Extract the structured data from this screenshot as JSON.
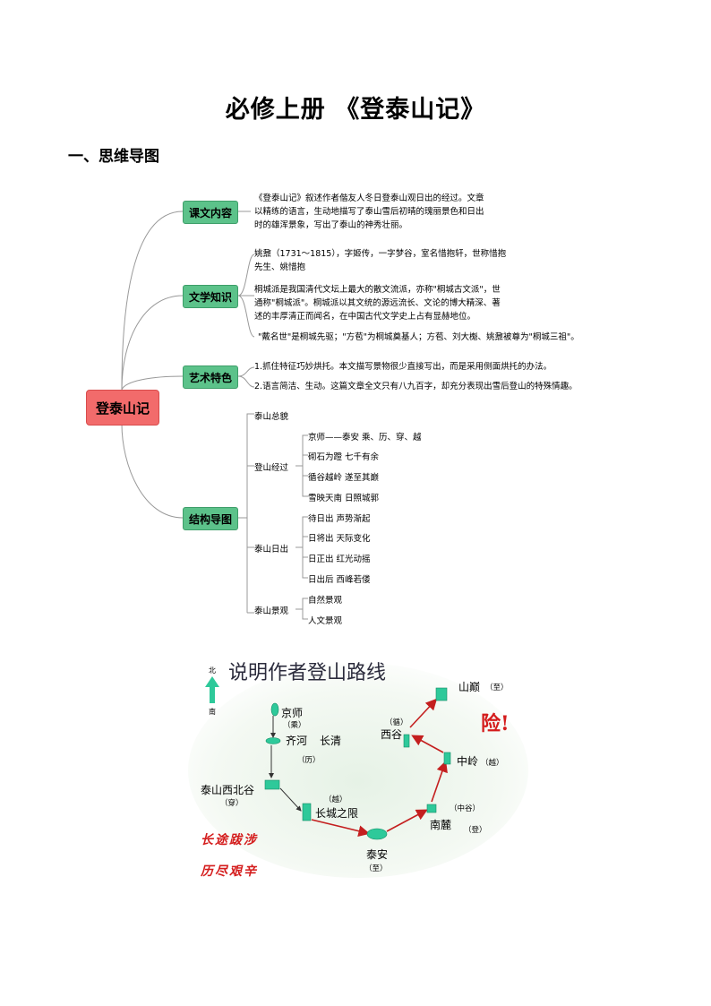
{
  "title": "必修上册 《登泰山记》",
  "section_heading": "一、思维导图",
  "mindmap": {
    "root": "登泰山记",
    "branches": {
      "content": {
        "label": "课文内容",
        "lines": [
          "《登泰山记》叙述作者偕友人冬日登泰山观日出的经过。文章",
          "以精练的语言，生动地描写了泰山雪后初晴的瑰丽景色和日出",
          "时的雄浑景象，写出了泰山的神秀壮丽。"
        ]
      },
      "literary": {
        "label": "文学知识",
        "p1": [
          "姚鼐（1731～1815），字姬传，一字梦谷，室名惜抱轩，世称惜抱",
          "先生、姚惜抱"
        ],
        "p2": [
          "桐城派是我国清代文坛上最大的散文流派，亦称\"桐城古文派\"，世",
          "通称\"桐城派\"。桐城派以其文统的源远流长、文论的博大精深、著",
          "述的丰厚清正而闻名，在中国古代文学史上占有显赫地位。"
        ],
        "p3": "\"戴名世\"是桐城先驱；\"方苞\"为桐城奠基人；方苞、刘大櫆、姚鼐被尊为\"桐城三祖\"。"
      },
      "art": {
        "label": "艺术特色",
        "lines": [
          "1.抓住特征巧妙烘托。本文描写景物很少直接写出，而是采用侧面烘托的办法。",
          "2.语言简洁、生动。这篇文章全文只有八九百字，却充分表现出雪后登山的特殊情趣。"
        ]
      },
      "structure": {
        "label": "结构导图",
        "overview": "泰山总貌",
        "climb": {
          "label": "登山经过",
          "items": [
            "京师——泰安  乘、历、穿、越",
            "砌石为蹬  七千有余",
            "循谷越岭  遂至其巅",
            "雪映天南  日照城郭"
          ]
        },
        "sunrise": {
          "label": "泰山日出",
          "items": [
            "待日出  声势渐起",
            "日将出  天际变化",
            "日正出  红光动摇",
            "日出后  西峰若偻"
          ]
        },
        "scenery": {
          "label": "泰山景观",
          "items": [
            "自然景观",
            "人文景观"
          ]
        }
      }
    }
  },
  "route_map": {
    "title": "说明作者登山路线",
    "north": "北",
    "south": "南",
    "places": {
      "jingshi": "京师",
      "jingshi_note": "（乘）",
      "qihe": "齐河",
      "changqing": "长清",
      "changqing_note": "（历）",
      "xibeigu": "泰山西北谷",
      "xibeigu_note": "（穿）",
      "changcheng": "长城之限",
      "changcheng_note": "（越）",
      "taian": "泰安",
      "taian_note": "（至）",
      "nanlu": "南麓",
      "nanlu_note": "（登）",
      "zhonggu_note": "（中谷）",
      "zhongling": "中岭",
      "zhongling_note": "（越）",
      "xigu": "西谷",
      "xigu_note": "（循）",
      "shandian": "山巅",
      "shandian_note": "（至）"
    },
    "danger": "险!",
    "slogan1": "长途跋涉",
    "slogan2": "历尽艰辛",
    "colors": {
      "marker": "#2ec99a",
      "arrow_red": "#c41f1f",
      "arrow_dark": "#333333"
    }
  }
}
